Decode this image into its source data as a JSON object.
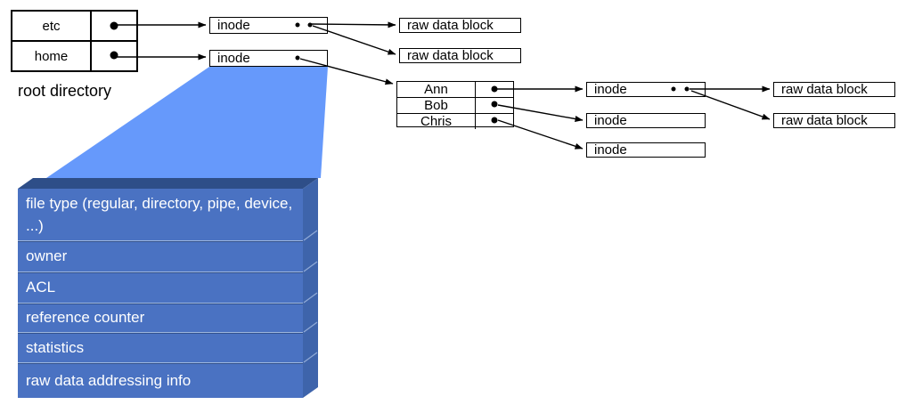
{
  "root_table": {
    "rows": [
      {
        "name": "etc"
      },
      {
        "name": "home"
      }
    ],
    "caption": "root directory"
  },
  "top_inodes": [
    {
      "label": "inode",
      "dots": 2
    },
    {
      "label": "inode",
      "dots": 1
    }
  ],
  "top_raw_blocks": [
    {
      "label": "raw data block"
    },
    {
      "label": "raw data block"
    }
  ],
  "users_table": {
    "rows": [
      {
        "name": "Ann"
      },
      {
        "name": "Bob"
      },
      {
        "name": "Chris"
      }
    ]
  },
  "right_inodes": [
    {
      "label": "inode",
      "dots": 2
    },
    {
      "label": "inode",
      "dots": 0
    },
    {
      "label": "inode",
      "dots": 0
    }
  ],
  "right_raw_blocks": [
    {
      "label": "raw data block"
    },
    {
      "label": "raw data block"
    }
  ],
  "inode_detail": {
    "fields": [
      "file type (regular, directory, pipe, device, ...)",
      "owner",
      "ACL",
      "reference counter",
      "statistics",
      "raw data addressing info"
    ]
  },
  "colors": {
    "funnel": "#6699fb",
    "detail_front": "#4a72c2",
    "detail_top": "#2e4e88",
    "detail_side": "#3e64ab",
    "line": "#000000"
  }
}
